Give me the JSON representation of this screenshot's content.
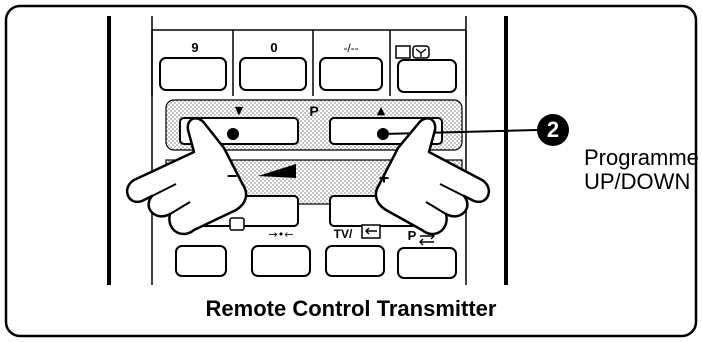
{
  "remote": {
    "keys": {
      "nine": "9",
      "zero": "0",
      "dash": "-/--",
      "programme_down_symbol": "▼",
      "programme_label": "P",
      "programme_up_symbol": "▲",
      "volume_down_symbol": "−",
      "volume_up_symbol": "+",
      "tv_av": "TV/",
      "swap_arrows": "→•←",
      "p_label": "P"
    }
  },
  "callout": {
    "number": "2",
    "line1": "Programme",
    "line2": "UP/DOWN"
  },
  "caption": "Remote Control Transmitter",
  "colors": {
    "ink": "#000000",
    "paper": "#ffffff",
    "dots": "#9a9a9a"
  },
  "icons": [
    "pointing-hand-icon",
    "volume-wedge-icon",
    "tv-av-input-icon",
    "swap-icon",
    "teletext-icon",
    "timer-icon"
  ]
}
